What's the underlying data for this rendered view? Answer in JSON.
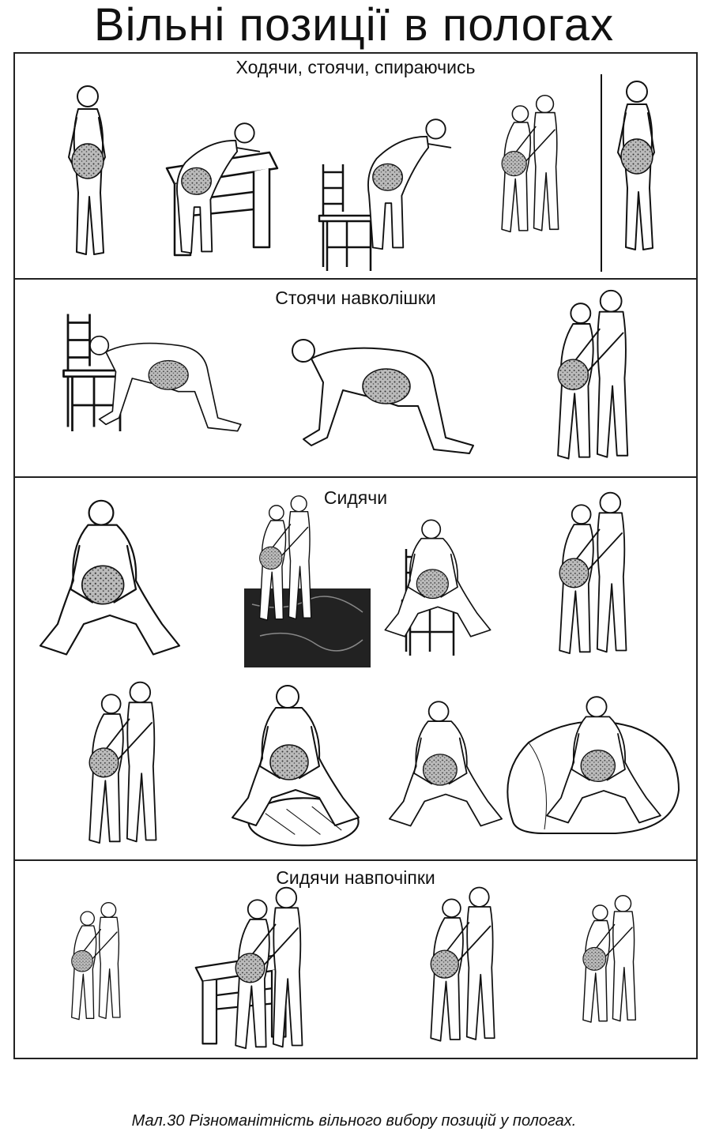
{
  "title": "Вільні позиції в пологах",
  "caption": "Мал.30 Різноманітність вільного вибору позицій у пологах.",
  "sections": [
    {
      "label": "Ходячи, стоячи, спираючись"
    },
    {
      "label": "Стоячи навколішки"
    },
    {
      "label": "Сидячи"
    },
    {
      "label": "Сидячи навпочіпки"
    }
  ]
}
